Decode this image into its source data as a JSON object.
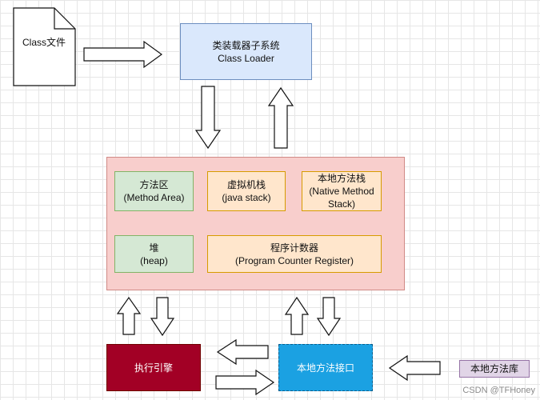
{
  "diagram": {
    "class_file": "Class文件",
    "class_loader": "类装载器子系统\nClass Loader",
    "method_area": "方法区\n(Method Area)",
    "java_stack": "虚拟机栈\n(java stack)",
    "native_stack": "本地方法栈\n(Native Method\nStack)",
    "heap": "堆\n(heap)",
    "pc_register": "程序计数器\n(Program Counter Register)",
    "exec_engine": "执行引擎",
    "native_interface": "本地方法接口",
    "native_library": "本地方法库"
  },
  "watermark": "CSDN @TFHoney",
  "colors": {
    "loader_fill": "#dae8fc",
    "loader_stroke": "#6c8ebf",
    "runtime_fill": "#f8cecc",
    "runtime_stroke": "#d08a86",
    "green_fill": "#d5e8d4",
    "green_stroke": "#82b366",
    "orange_fill": "#ffe6cc",
    "orange_stroke": "#d79b00",
    "engine_fill": "#a20025",
    "interface_fill": "#1ba1e2",
    "library_fill": "#e1d5e7",
    "library_stroke": "#9673a6"
  }
}
